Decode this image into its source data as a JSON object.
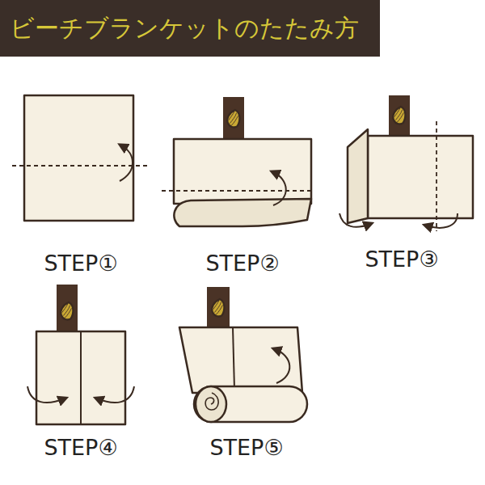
{
  "diagram": {
    "title": "ビーチブランケットのたたみ方",
    "labels": [
      "STEP①",
      "STEP②",
      "STEP③",
      "STEP④",
      "STEP⑤"
    ]
  }
}
